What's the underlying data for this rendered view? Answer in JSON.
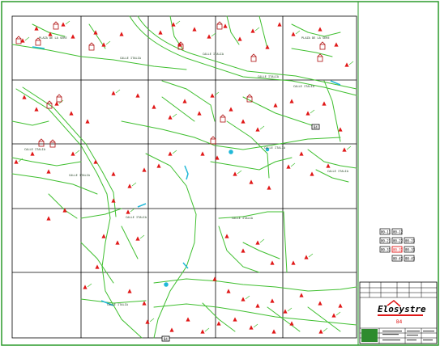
{
  "colors": {
    "network": "#3fbf2f",
    "frame": "#2a9a2a",
    "grid": "#000000",
    "marker_red": "#e01818",
    "marker_outline": "#b01010",
    "water": "#20b8d8",
    "text_dark": "#1a3a1a"
  },
  "map": {
    "street_labels": [
      {
        "text": "PLAZA DE LA SERE",
        "id": "label-top-left"
      },
      {
        "text": "PLAZA DE LA SERE",
        "id": "label-top-right"
      },
      {
        "text": "CALLE ITALIA",
        "id": "label-mid-top"
      },
      {
        "text": "CALLE ITALIA",
        "id": "label-upper-center"
      },
      {
        "text": "CALLE ITALIA",
        "id": "label-right-upper"
      },
      {
        "text": "CALLE ITALIA",
        "id": "label-right-center"
      },
      {
        "text": "CALLE ITALIA",
        "id": "label-center"
      },
      {
        "text": "CALLE ITALIA",
        "id": "label-left"
      },
      {
        "text": "CALLE ITALIA",
        "id": "label-left-mid"
      },
      {
        "text": "CALLE ITALIA",
        "id": "label-far-right"
      },
      {
        "text": "CALLE ITALIA",
        "id": "label-lower-center"
      },
      {
        "text": "CALLE ITALIA",
        "id": "label-lower-left"
      },
      {
        "text": "CALLE ITALIA",
        "id": "label-bottom"
      }
    ],
    "box_markers": [
      "B4",
      "B4"
    ]
  },
  "key_plan": {
    "rows": [
      [
        "00-11",
        "00-12"
      ],
      [
        "00-21",
        "00-22",
        "00-23"
      ],
      [
        "00-31",
        "00-32",
        "00-33"
      ],
      [
        "00-42",
        "00-43"
      ]
    ],
    "highlight": "00-32"
  },
  "title_block": {
    "logo_text": "Elosystre",
    "sheet_code": "B4"
  }
}
